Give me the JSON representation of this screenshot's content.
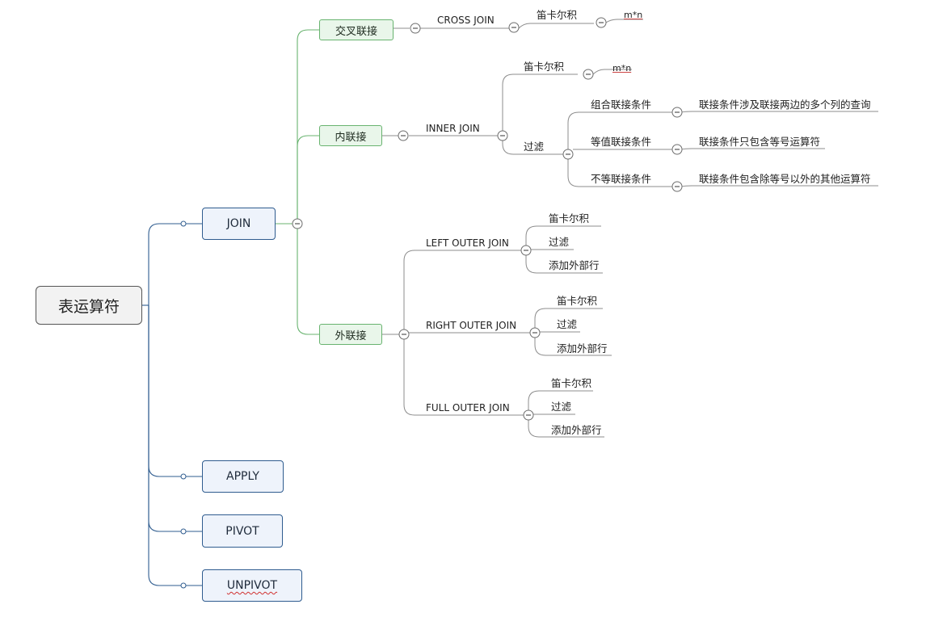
{
  "root": {
    "label": "表运算符"
  },
  "branches": {
    "join": "JOIN",
    "apply": "APPLY",
    "pivot": "PIVOT",
    "unpivot": "UNPIVOT"
  },
  "join_types": {
    "cross": "交叉联接",
    "inner": "内联接",
    "outer": "外联接"
  },
  "cross": {
    "label": "CROSS JOIN",
    "cartesian": "笛卡尔积",
    "mn": "m*n"
  },
  "inner": {
    "label": "INNER JOIN",
    "cartesian": "笛卡尔积",
    "mn": "m*n",
    "filter": "过滤",
    "conditions": [
      {
        "name": "组合联接条件",
        "desc": "联接条件涉及联接两边的多个列的查询"
      },
      {
        "name": "等值联接条件",
        "desc": "联接条件只包含等号运算符"
      },
      {
        "name": "不等联接条件",
        "desc": "联接条件包含除等号以外的其他运算符"
      }
    ]
  },
  "outer": [
    {
      "label": "LEFT OUTER JOIN",
      "steps": [
        "笛卡尔积",
        "过滤",
        "添加外部行"
      ]
    },
    {
      "label": "RIGHT OUTER JOIN",
      "steps": [
        "笛卡尔积",
        "过滤",
        "添加外部行"
      ]
    },
    {
      "label": "FULL OUTER JOIN",
      "steps": [
        "笛卡尔积",
        "过滤",
        "添加外部行"
      ]
    }
  ],
  "colors": {
    "blue": "#2f5c8f",
    "green": "#68b36f",
    "gray": "#8c8c8c"
  }
}
